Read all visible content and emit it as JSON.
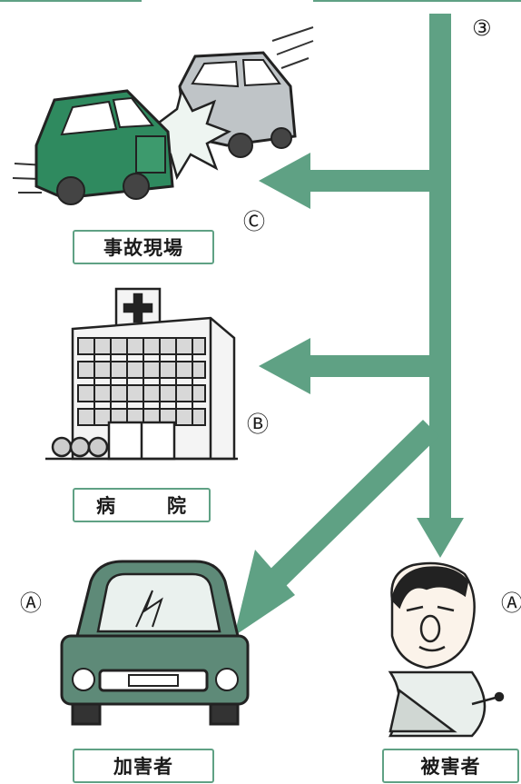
{
  "colors": {
    "arrow": "#5fa184",
    "box_border": "#5fa184",
    "car_green": "#2f8a5f",
    "car_gray": "#bfc4c7",
    "car_teal": "#5e8a78"
  },
  "marks": {
    "top": "③",
    "scene": "Ⓒ",
    "hospital": "Ⓑ",
    "car": "Ⓐ",
    "victim": "Ⓐ"
  },
  "labels": {
    "scene": "事故現場",
    "hospital_1": "病",
    "hospital_2": "院",
    "perpetrator": "加害者",
    "victim": "被害者"
  },
  "icons": [
    "car-crash-icon",
    "hospital-building-icon",
    "perpetrator-car-icon",
    "injured-person-icon"
  ]
}
